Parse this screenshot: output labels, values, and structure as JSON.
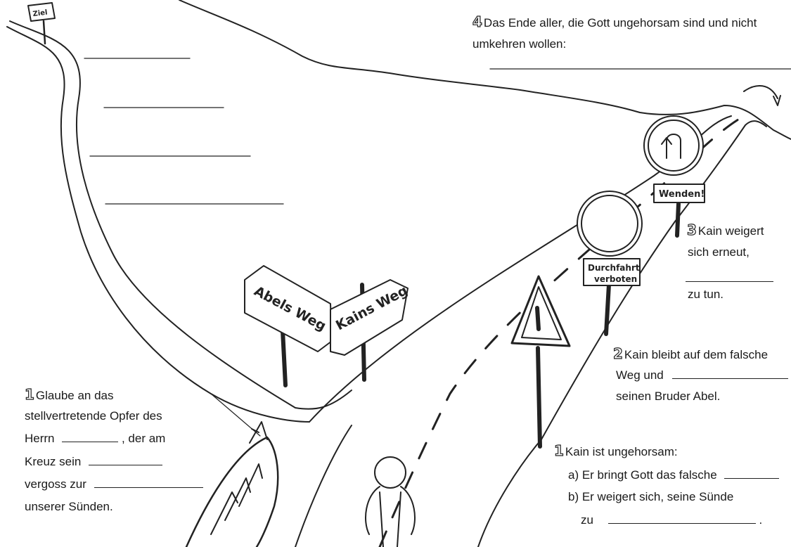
{
  "signs": {
    "ziel": "Ziel",
    "abels_weg": "Abels Weg",
    "kains_weg": "Kains Weg",
    "durchfahrt_1": "Durchfahrt",
    "durchfahrt_2": "verboten",
    "wenden": "Wenden!"
  },
  "section1_left": {
    "number": "1",
    "line1": "Glaube an das",
    "line2": "stellvertretende Opfer des",
    "line3a": "Herrn",
    "line3b": ", der am",
    "line4": "Kreuz sein",
    "line5": "vergoss zur",
    "line6": "unserer Sünden."
  },
  "section1_right": {
    "number": "1",
    "line1": "Kain ist ungehorsam:",
    "line2": "a) Er bringt Gott das falsche",
    "line3": "b) Er weigert sich, seine Sünde",
    "line4a": "zu",
    "line4b": "."
  },
  "section2": {
    "number": "2",
    "line1": "Kain bleibt auf dem falsche",
    "line2": "Weg und",
    "line3": "seinen Bruder Abel."
  },
  "section3": {
    "number": "3",
    "line1": "Kain weigert",
    "line2": "sich  erneut,",
    "line3": "zu tun."
  },
  "section4": {
    "number": "4",
    "line1": "Das Ende aller, die Gott ungehorsam sind und nicht",
    "line2": "umkehren wollen:"
  }
}
